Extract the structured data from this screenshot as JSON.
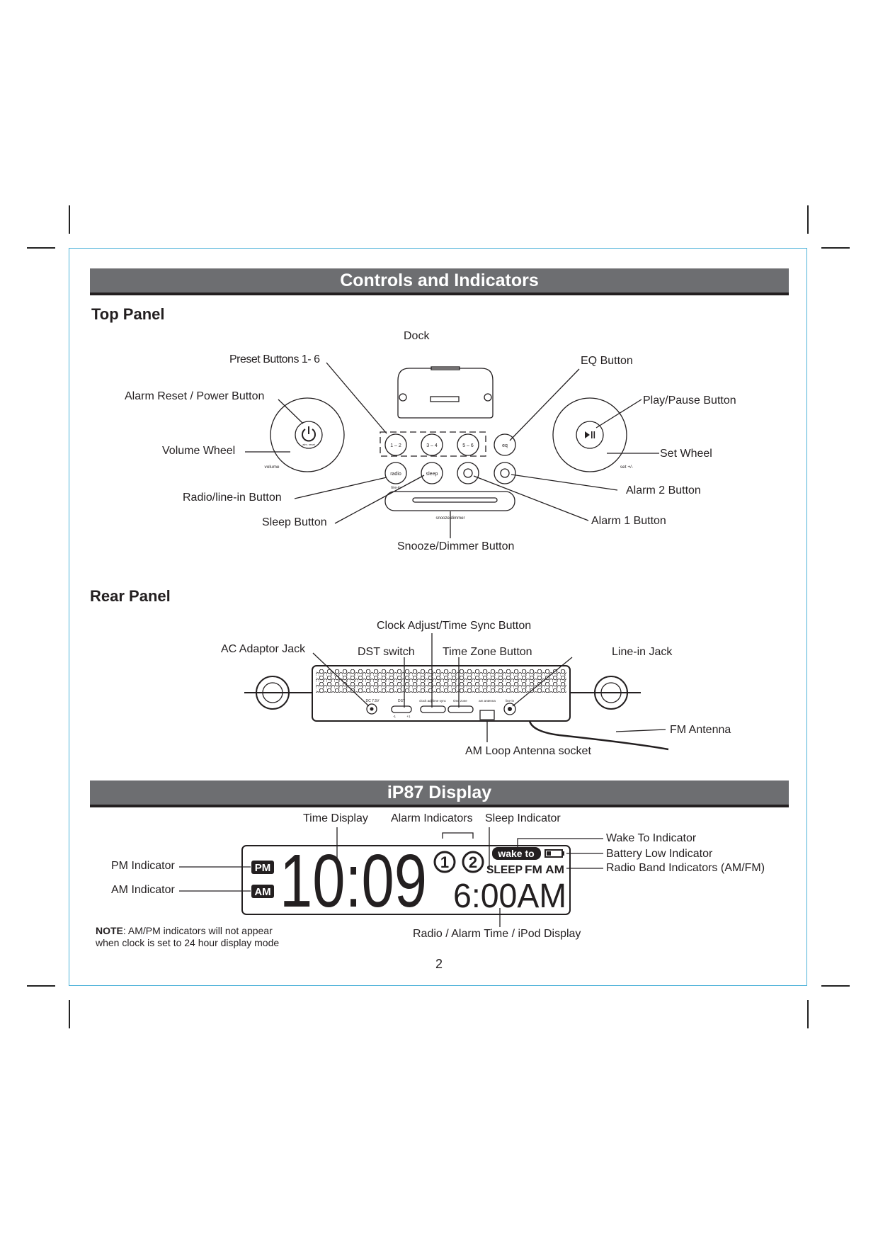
{
  "sections": {
    "controls_title": "Controls and Indicators",
    "display_title": "iP87 Display"
  },
  "top_panel": {
    "heading": "Top Panel",
    "labels": {
      "dock": "Dock",
      "preset": "Preset Buttons 1- 6",
      "eq": "EQ Button",
      "alarm_reset": "Alarm Reset / Power Button",
      "play_pause": "Play/Pause Button",
      "volume_wheel": "Volume Wheel",
      "set_wheel": "Set Wheel",
      "radio_line": "Radio/line-in Button",
      "alarm2": "Alarm 2 Button",
      "sleep": "Sleep Button",
      "alarm1": "Alarm 1 Button",
      "snooze": "Snooze/Dimmer Button"
    },
    "device_text": {
      "btn_12": "1 – 2",
      "btn_34": "3 – 4",
      "btn_56": "5 – 6",
      "btn_eq": "eq",
      "btn_radio": "radio",
      "line_in": "line-in",
      "btn_sleep": "sleep",
      "volume": "volume",
      "set": "set +/-",
      "snooze": "snooze/dimmer",
      "alm_reset": "alm. reset"
    }
  },
  "rear_panel": {
    "heading": "Rear Panel",
    "labels": {
      "clock_adjust": "Clock Adjust/Time Sync Button",
      "ac_adaptor": "AC Adaptor Jack",
      "dst": "DST switch",
      "time_zone": "Time Zone Button",
      "line_in": "Line-in Jack",
      "fm_antenna": "FM Antenna",
      "am_loop": "AM Loop Antenna socket"
    },
    "device_text": {
      "dc": "DC 7.5V",
      "dst": "DST",
      "minus1": "-1",
      "plus1": "+1",
      "clock_sync": "clock adj/time sync",
      "time_zone": "time zone",
      "am_antenna": "am antenna",
      "line_in": "line-in"
    }
  },
  "display": {
    "labels": {
      "time_display": "Time Display",
      "alarm_indicators": "Alarm Indicators",
      "sleep_indicator": "Sleep Indicator",
      "wake_to": "Wake To Indicator",
      "battery_low": "Battery Low Indicator",
      "radio_band": "Radio Band Indicators (AM/FM)",
      "pm_indicator": "PM Indicator",
      "am_indicator": "AM Indicator",
      "radio_alarm_time": "Radio / Alarm Time / iPod Display"
    },
    "lcd": {
      "pm": "PM",
      "am": "AM",
      "time": "10:09",
      "small_time": "6:00AM",
      "alarm1": "1",
      "alarm2": "2",
      "wake_to": "wake to",
      "sleep": "SLEEP",
      "band": "FM AM"
    },
    "note_bold": "NOTE",
    "note_line1": ": AM/PM indicators will not appear",
    "note_line2": "when clock is set to 24 hour display mode"
  },
  "page_number": "2"
}
